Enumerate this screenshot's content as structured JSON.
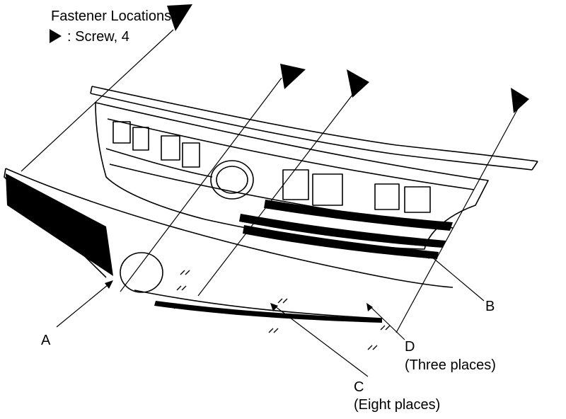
{
  "legend": {
    "title": "Fastener Locations",
    "screw_text": ": Screw, 4",
    "screw_marker_icon": "filled-triangle-icon"
  },
  "callouts": {
    "a": {
      "letter": "A"
    },
    "b": {
      "letter": "B"
    },
    "c": {
      "letter": "C",
      "note": "(Eight places)"
    },
    "d": {
      "letter": "D",
      "note": "(Three places)"
    }
  },
  "colors": {
    "ink": "#000000",
    "paper": "#ffffff"
  }
}
